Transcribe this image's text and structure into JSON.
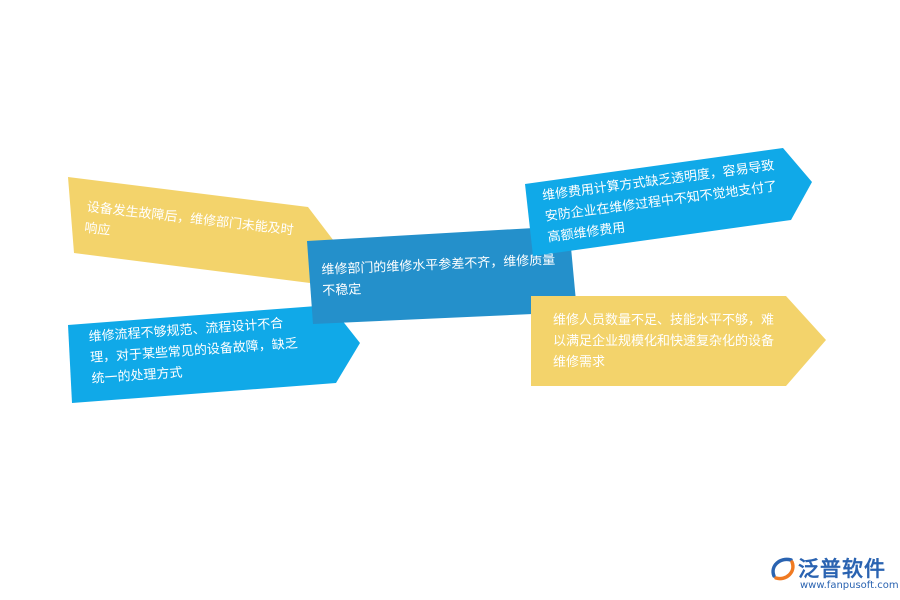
{
  "colors": {
    "yellow": "#f3d36b",
    "light_blue": "#10a9e8",
    "dark_blue": "#2490cb",
    "logo_blue": "#2a63b1",
    "logo_orange": "#f07a22"
  },
  "diagram": {
    "center": {
      "text": "维修部门的维修水平参差不齐，维修质量不稳定"
    },
    "left": [
      {
        "text": "设备发生故障后，维修部门未能及时响应"
      },
      {
        "text": "维修流程不够规范、流程设计不合理，对于某些常见的设备故障，缺乏统一的处理方式"
      }
    ],
    "right": [
      {
        "text": "维修费用计算方式缺乏透明度，容易导致安防企业在维修过程中不知不觉地支付了高额维修费用"
      },
      {
        "text": "维修人员数量不足、技能水平不够，难以满足企业规模化和快速复杂化的设备维修需求"
      }
    ]
  },
  "logo": {
    "icon": "fanpu-swirl-icon",
    "name": "泛普软件",
    "url": "www.fanpusoft.com"
  }
}
